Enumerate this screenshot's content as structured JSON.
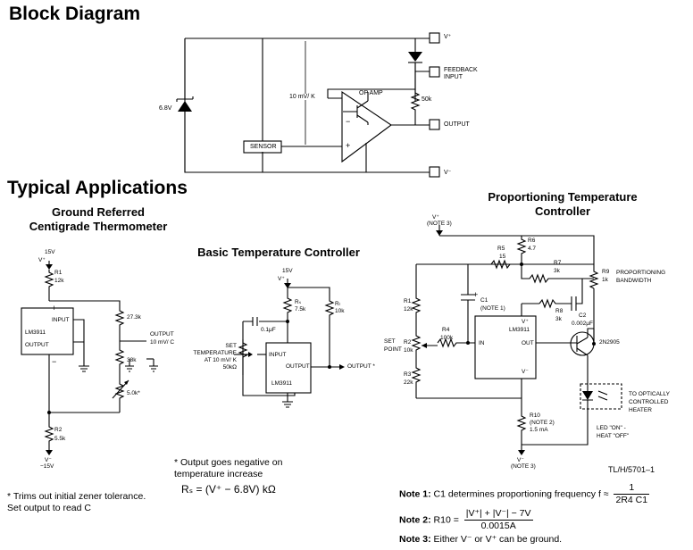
{
  "headings": {
    "block_diagram": "Block Diagram",
    "typical_applications": "Typical Applications",
    "ground_referred": "Ground Referred\nCentigrade Thermometer",
    "basic_controller": "Basic Temperature Controller",
    "proportioning": "Proportioning Temperature\nController"
  },
  "block": {
    "zener": "6.8V",
    "slope": "10 mV/ K",
    "op_amp": "OP AMP",
    "r_fb": "50k",
    "sensor": "SENSOR",
    "vplus": "V⁺",
    "feedback": "FEEDBACK\nINPUT",
    "output": "OUTPUT",
    "vminus": "V⁻"
  },
  "thermo": {
    "supply": "15V",
    "vplus": "V⁺",
    "r1": "R1",
    "r1v": "12k",
    "chip_input": "INPUT",
    "chip_name": "LM3911",
    "chip_output": "OUTPUT",
    "r273": "27.3k",
    "output_label": "OUTPUT",
    "output_scale": "10 mV/ C",
    "r38": "38k",
    "r5": "5.0k*",
    "r2": "R2",
    "r2v": "5.5k",
    "vminus": "V⁻",
    "neg": "−15V"
  },
  "basic": {
    "supply": "15V",
    "vplus": "V⁺",
    "rs": "Rₛ",
    "rsv": "7.5k",
    "rl": "Rₗ",
    "rlv": "10k",
    "cap": "0.1μF",
    "set": "SET\nTEMPERATURE\nAT 10 mV/ K\n50kΩ",
    "chip_input": "INPUT",
    "chip_output": "OUTPUT",
    "chip_name": "LM3911",
    "out": "OUTPUT *"
  },
  "prop": {
    "vplus": "V⁺",
    "note3": "(NOTE 3)",
    "r6": "R6",
    "r6v": "4.7",
    "r5": "R5",
    "r5v": "15",
    "r7": "R7",
    "r7v": "3k",
    "r9": "R9",
    "r9v": "1k",
    "prop_bw": "PROPORTIONING\nBANDWIDTH",
    "r1": "R1",
    "r1v": "12k",
    "c1": "C1",
    "c1n": "(NOTE 1)",
    "r8": "R8",
    "r8v": "3k",
    "c2": "C2",
    "c2v": "0.002μF",
    "r4": "R4",
    "r4v": "100k",
    "setpoint": "SET\nPOINT",
    "r2": "R2",
    "r2v": "10k",
    "chip_v": "V⁺",
    "chip_name": "LM3911",
    "in": "IN",
    "out": "OUT",
    "chip_vm": "V⁻",
    "transistor": "2N2905",
    "r3": "R3",
    "r3v": "22k",
    "r10": "R10",
    "r10n": "(NOTE 2)",
    "r10v": "1.5 mA",
    "heater": "TO OPTICALLY\nCONTROLLED\nHEATER",
    "led": "LED \"ON\" -\nHEAT \"OFF\"",
    "vminus": "V⁻",
    "note3b": "(NOTE 3)",
    "code": "TL/H/5701–1"
  },
  "notes": {
    "trim": "* Trims out initial zener tolerance.\n   Set output to read C",
    "output_neg": "* Output goes negative on\n   temperature increase",
    "rs_eq": "Rₛ = (V⁺ − 6.8V) kΩ",
    "n1_label": "Note 1:",
    "n1_text": "C1 determines proportioning frequency f ≈",
    "n1_num": "1",
    "n1_den": "2R4 C1",
    "n2_label": "Note 2:",
    "n2_text": "R10 =",
    "n2_num": "|V⁺| + |V⁻| − 7V",
    "n2_den": "0.0015A",
    "n3_label": "Note 3:",
    "n3_text": "Either V⁻ or V⁺ can be ground."
  }
}
